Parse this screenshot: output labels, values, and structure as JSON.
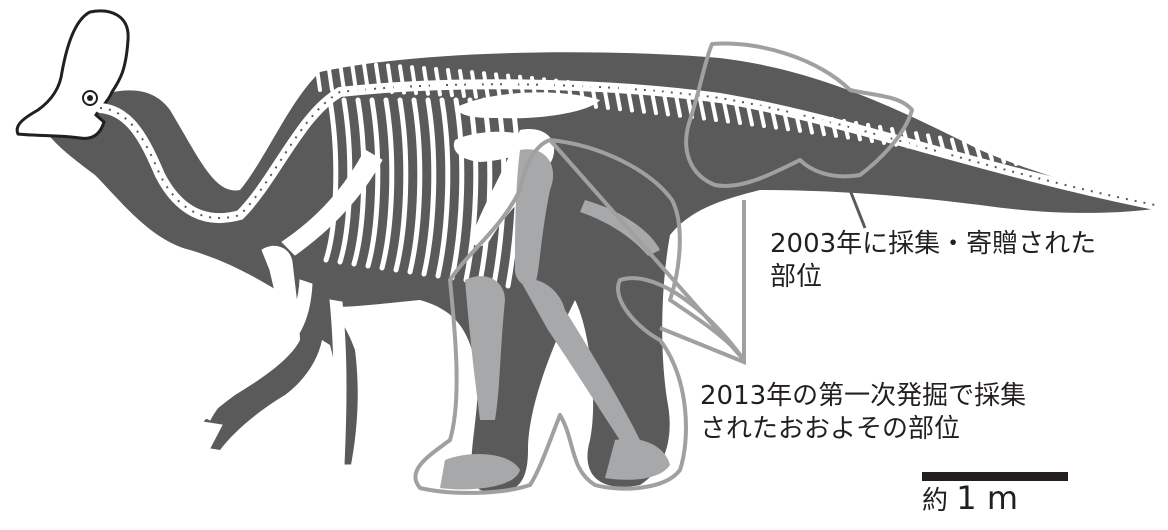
{
  "labels": {
    "part_2003_line1": "2003年に採集・寄贈された",
    "part_2003_line2": "部位",
    "part_2013_line1": "2013年の第一次発掘で採集",
    "part_2013_line2": "されたおおよその部位"
  },
  "scale": {
    "prefix": "約",
    "value": "1 m"
  },
  "colors": {
    "silhouette": "#5a5a5b",
    "hindlimb_bone": "#a7a8aa",
    "bone": "#ffffff",
    "outline": "#a0a0a0",
    "text": "#231f20"
  }
}
